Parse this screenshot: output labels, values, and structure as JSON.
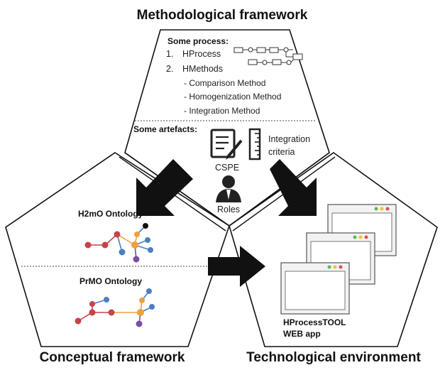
{
  "titles": {
    "methodological": "Methodological framework",
    "conceptual": "Conceptual framework",
    "technological": "Technological environment"
  },
  "process": {
    "heading": "Some process:",
    "item1_num": "1.",
    "item1_label": "HProcess",
    "item2_num": "2.",
    "item2_label": "HMethods",
    "subitems": [
      "- Comparison Method",
      "- Homogenization Method",
      "- Integration Method"
    ]
  },
  "artefacts": {
    "heading": "Some artefacts:",
    "integration_criteria_line1": "Integration",
    "integration_criteria_line2": "criteria",
    "cspe": "CSPE",
    "roles": "Roles"
  },
  "ontologies": {
    "h2mo": "H2mO Ontology",
    "prmo": "PrMO Ontology"
  },
  "tool": {
    "line1": "HProcessTOOL",
    "line2": "WEB app"
  },
  "colors": {
    "node_red": "#c9424a",
    "node_blue": "#4a7fc1",
    "node_orange": "#f0a03a",
    "node_purple": "#7a4ea0",
    "node_black": "#111111",
    "win_dot_red": "#d9534f",
    "win_dot_yellow": "#f0c040",
    "win_dot_green": "#5cb85c"
  }
}
